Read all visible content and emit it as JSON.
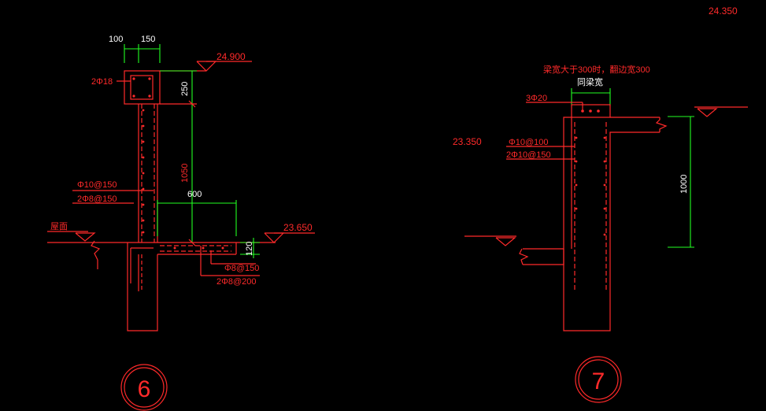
{
  "colors": {
    "background": "#000000",
    "outline": "#ff2a2a",
    "dimension": "#22ff22",
    "dimension_text": "#ffffff"
  },
  "top_right_elevation": "24.350",
  "detail6": {
    "dim_top_left": "100",
    "dim_top_right": "150",
    "top_rebar": "2Φ18",
    "dim_beam_height": "250",
    "elevation_top": "24.900",
    "dim_wall_height": "1050",
    "rebar_wall_1": "Φ10@150",
    "rebar_wall_2": "2Φ8@150",
    "dim_ledge_width": "600",
    "roof_label": "屋面",
    "elevation_ledge": "23.650",
    "dim_ledge_thickness": "120",
    "rebar_ledge_1": "Φ8@150",
    "rebar_ledge_2": "2Φ8@200",
    "number": "6"
  },
  "detail7": {
    "note": "梁宽大于300时，翻边宽300",
    "width_label": "同梁宽",
    "top_rebar": "3Φ20",
    "rebar_1": "Φ10@100",
    "rebar_2": "2Φ10@150",
    "elevation": "23.350",
    "dim_height": "1000",
    "number": "7"
  }
}
